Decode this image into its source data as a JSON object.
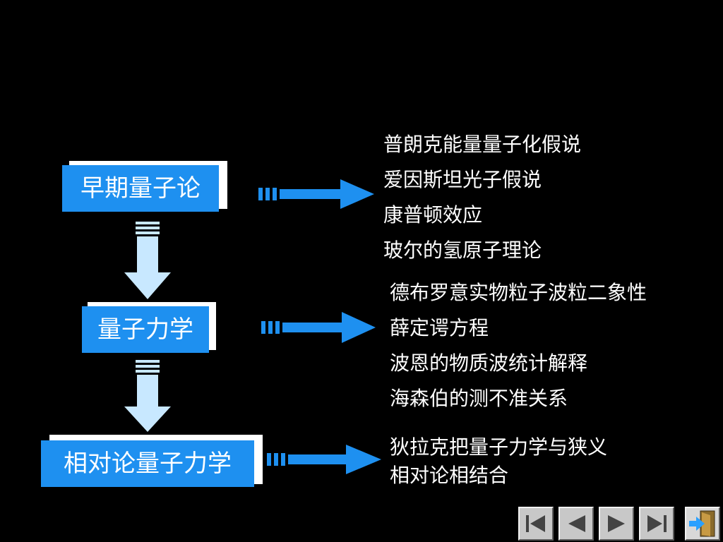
{
  "stages": [
    {
      "label": "早期量子论"
    },
    {
      "label": "量子力学"
    },
    {
      "label": "相对论量子力学"
    }
  ],
  "details": {
    "early": [
      "普朗克能量量子化假说",
      "爱因斯坦光子假说",
      "康普顿效应",
      "玻尔的氢原子理论"
    ],
    "qm": [
      "德布罗意实物粒子波粒二象性",
      "薛定谔方程",
      "波恩的物质波统计解释",
      "海森伯的测不准关系"
    ],
    "rqm": [
      "狄拉克把量子力学与狭义",
      "相对论相结合"
    ]
  },
  "colors": {
    "background": "#000000",
    "box": "#1e90f0",
    "arrow_right": "#1e90f0",
    "arrow_down": "#c8e8ff",
    "text": "#ffffff"
  },
  "nav": {
    "icons": [
      "first-icon",
      "previous-icon",
      "next-icon",
      "last-icon",
      "exit-icon"
    ]
  }
}
